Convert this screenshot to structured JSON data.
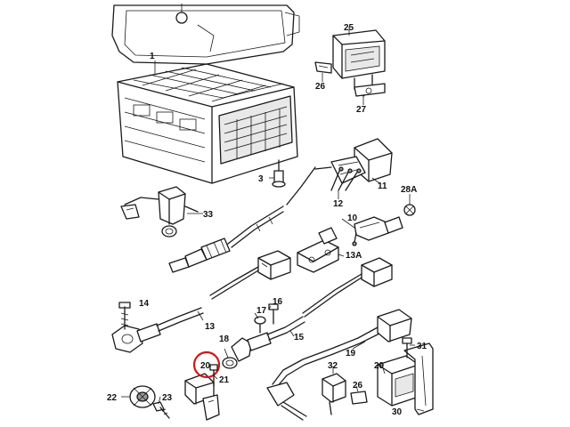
{
  "callouts": [
    {
      "id": "1",
      "text": "1"
    },
    {
      "id": "3",
      "text": "3"
    },
    {
      "id": "10",
      "text": "10"
    },
    {
      "id": "11",
      "text": "11"
    },
    {
      "id": "12",
      "text": "12"
    },
    {
      "id": "13",
      "text": "13"
    },
    {
      "id": "13A",
      "text": "13A"
    },
    {
      "id": "14",
      "text": "14"
    },
    {
      "id": "15",
      "text": "15"
    },
    {
      "id": "16",
      "text": "16"
    },
    {
      "id": "17",
      "text": "17"
    },
    {
      "id": "18",
      "text": "18"
    },
    {
      "id": "19",
      "text": "19"
    },
    {
      "id": "20",
      "text": "20"
    },
    {
      "id": "21",
      "text": "21"
    },
    {
      "id": "22",
      "text": "22"
    },
    {
      "id": "23",
      "text": "23"
    },
    {
      "id": "25",
      "text": "25"
    },
    {
      "id": "26a",
      "text": "26"
    },
    {
      "id": "26b",
      "text": "26"
    },
    {
      "id": "27",
      "text": "27"
    },
    {
      "id": "28A",
      "text": "28A"
    },
    {
      "id": "29",
      "text": "29"
    },
    {
      "id": "30",
      "text": "30"
    },
    {
      "id": "31",
      "text": "31"
    },
    {
      "id": "32",
      "text": "32"
    },
    {
      "id": "33",
      "text": "33"
    }
  ],
  "highlight": {
    "part": "20",
    "color": "#d01818"
  }
}
